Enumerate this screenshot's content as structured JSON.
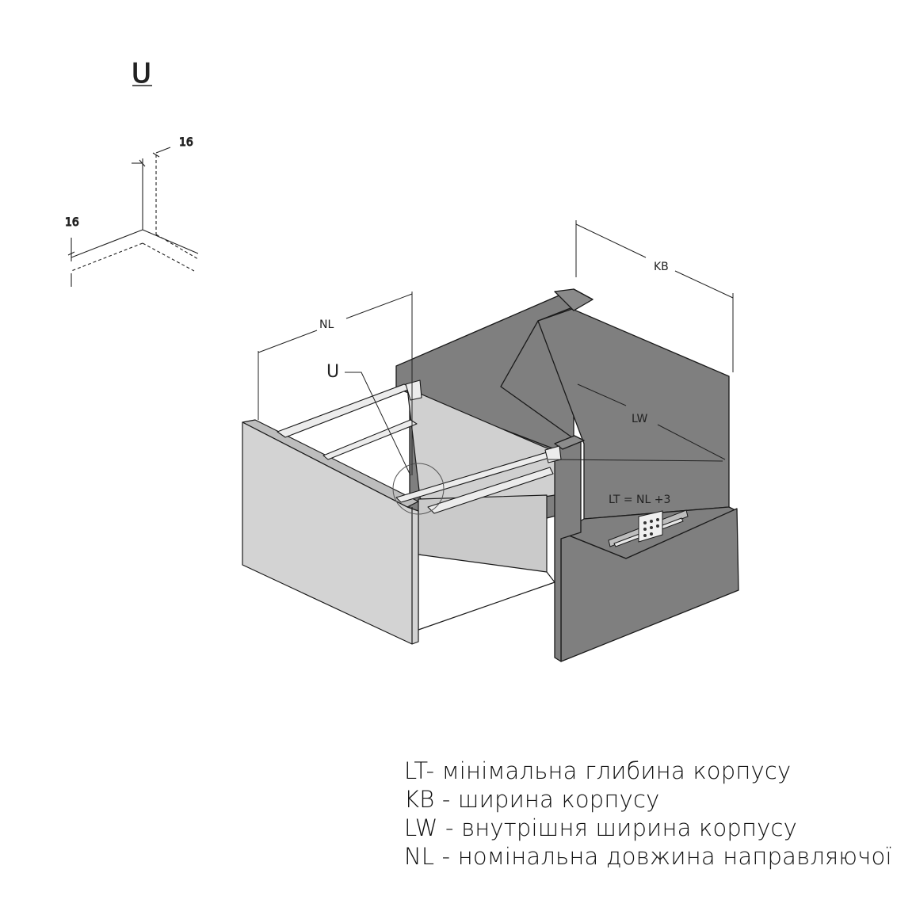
{
  "detail": {
    "title": "U",
    "thickness_top": "16",
    "thickness_side": "16"
  },
  "dimensions": {
    "nl": "NL",
    "u": "U",
    "kb": "KB",
    "lw": "LW",
    "lt": "LT = NL +3"
  },
  "legend": [
    "LT- мінімальна глибина корпусу",
    "KB - ширина корпусу",
    "LW - внутрішня ширина корпусу",
    "NL - номінальна довжина направляючої"
  ],
  "colors": {
    "cabinet_panel": "#7f7f7f",
    "drawer_front": "#d3d3d3",
    "drawer_inner": "#c9c9c9",
    "line": "#1a1a1a"
  }
}
